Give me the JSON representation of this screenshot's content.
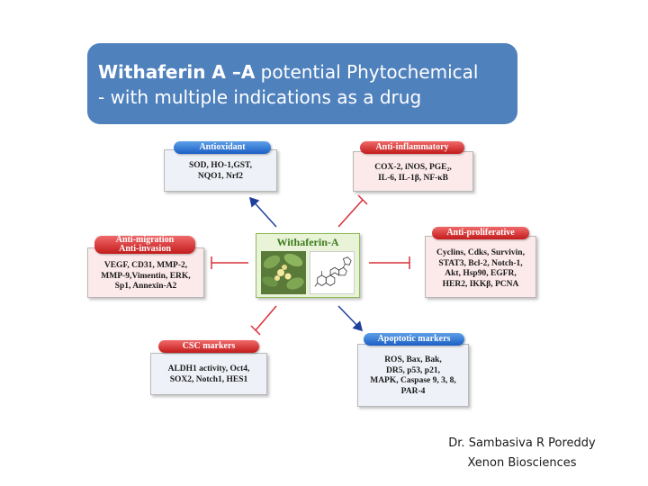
{
  "title": {
    "bold": "Withaferin A –A",
    "line1_rest": " potential Phytochemical",
    "line2": "- with multiple indications as a drug"
  },
  "center": {
    "label": "Withaferin-A"
  },
  "panels": {
    "antioxidant": {
      "header": "Antioxidant",
      "lines": [
        "SOD, HO-1,GST,",
        "NQO1, Nrf2"
      ]
    },
    "anti_inflammatory": {
      "header": "Anti-inflammatory",
      "lines": [
        "COX-2, iNOS, PGE₂,",
        "IL-6,  IL-1β, NF-κB"
      ]
    },
    "anti_migration": {
      "header_line1": "Anti-migration",
      "header_line2": "Anti-invasion",
      "lines": [
        "VEGF, CD31, MMP-2,",
        "MMP-9,Vimentin, ERK,",
        "Sp1, Annexin-A2"
      ]
    },
    "anti_proliferative": {
      "header": "Anti-proliferative",
      "lines": [
        "Cyclins, Cdks, Survivin,",
        "STAT3, Bcl-2, Notch-1,",
        "Akt, Hsp90, EGFR,",
        "HER2, IKKβ, PCNA"
      ]
    },
    "csc_markers": {
      "header": "CSC markers",
      "lines": [
        "ALDH1 activity, Oct4,",
        "SOX2, Notch1, HES1"
      ]
    },
    "apoptotic_markers": {
      "header": "Apoptotic markers",
      "lines": [
        "ROS, Bax, Bak,",
        "DR5, p53, p21,",
        "MAPK, Caspase 9, 3, 8,",
        "PAR-4"
      ]
    }
  },
  "credit": {
    "name": "Dr. Sambasiva R Poreddy",
    "company": "Xenon Biosciences"
  },
  "colors": {
    "title_bg": "#4f81bd",
    "blue_pill": "#1b5fc4",
    "red_pill": "#c31b1b",
    "inhibit": "#d9303a",
    "activate": "#1f3f9e",
    "center_text": "#3c7a1a"
  }
}
